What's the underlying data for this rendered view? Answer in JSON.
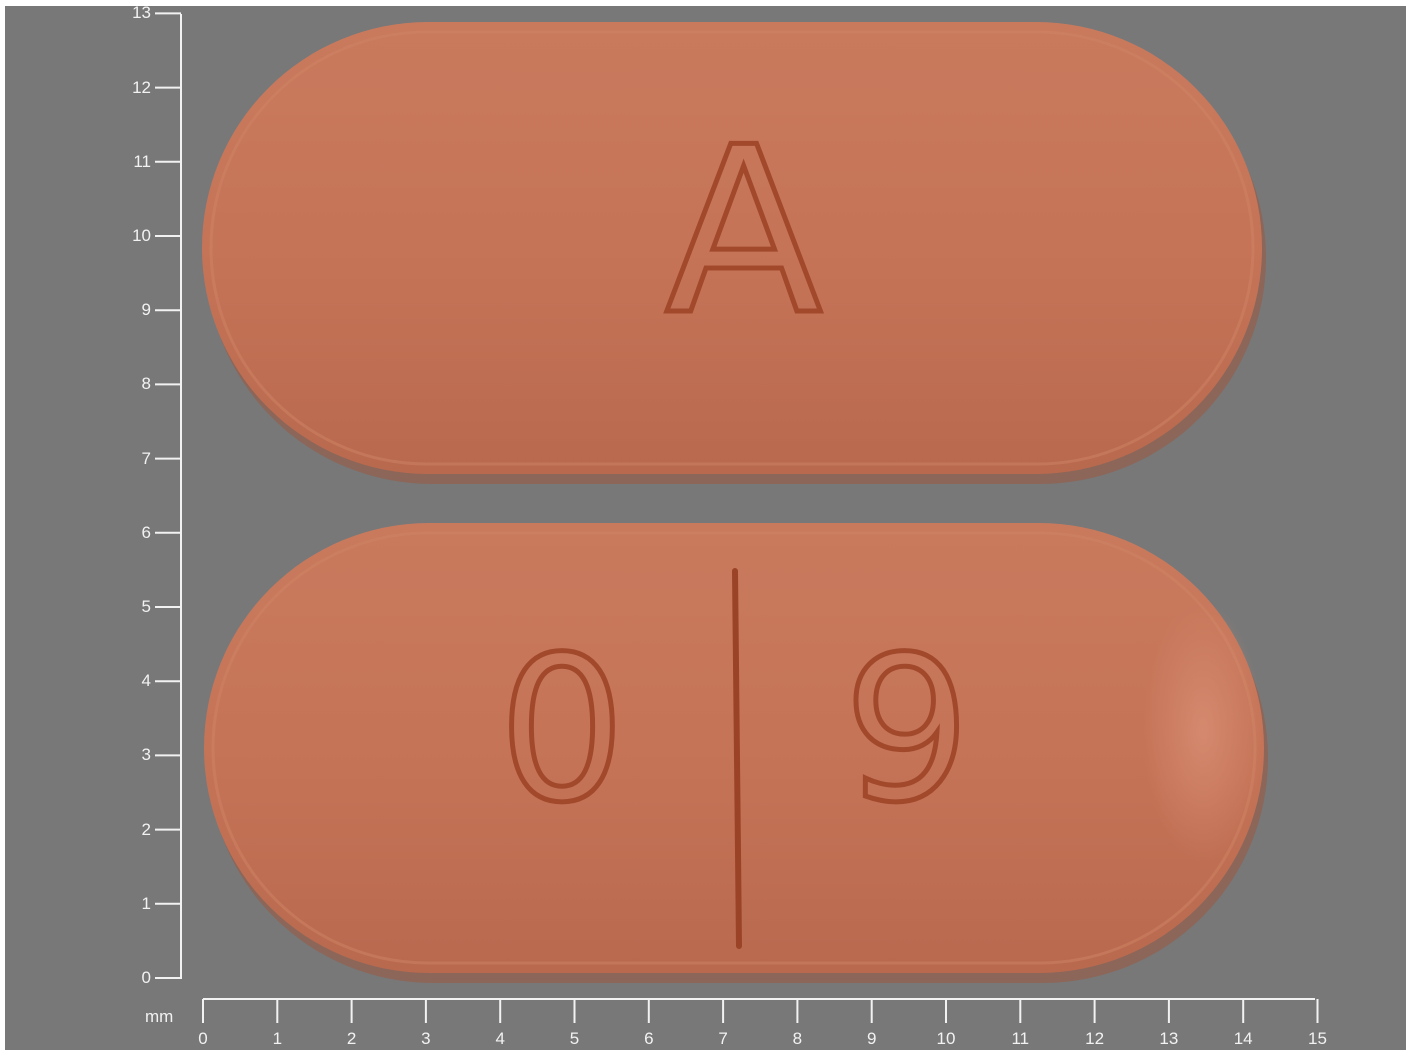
{
  "scale": {
    "unit": "mm",
    "y_ticks": [
      "0",
      "1",
      "2",
      "3",
      "4",
      "5",
      "6",
      "7",
      "8",
      "9",
      "10",
      "11",
      "12",
      "13"
    ],
    "x_ticks": [
      "0",
      "1",
      "2",
      "3",
      "4",
      "5",
      "6",
      "7",
      "8",
      "9",
      "10",
      "11",
      "12",
      "13",
      "14",
      "15"
    ]
  },
  "tablet_top": {
    "imprint": "A"
  },
  "tablet_bottom": {
    "imprint_left": "0",
    "imprint_right": "9"
  },
  "colors": {
    "background": "#787878",
    "tablet": "#c57458",
    "tablet_shadow": "#a95c42",
    "imprint": "#a2492c",
    "scale": "#f2f2f2"
  }
}
